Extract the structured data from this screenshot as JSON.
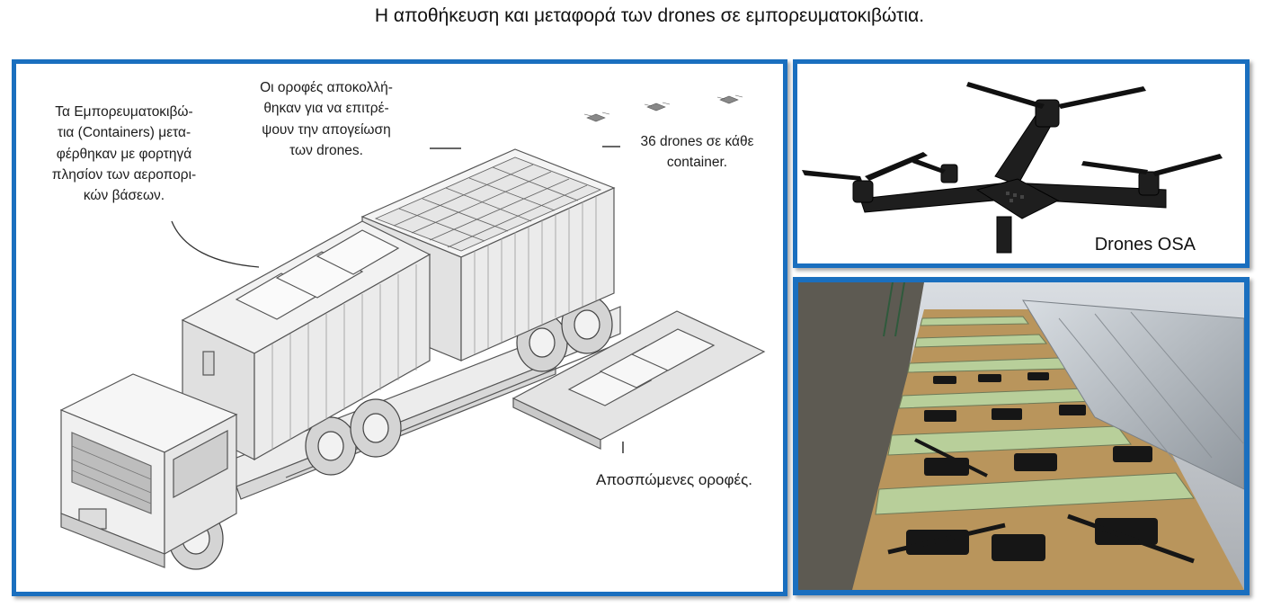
{
  "title": "Η αποθήκευση και μεταφορά των drones σε εμπορευματοκιβώτια.",
  "diagram": {
    "note_containers": [
      "Τα Εμπορευματοκιβώ-",
      "τια (Containers) μετα-",
      "φέρθηκαν με φορτηγά",
      "πλησίον των αεροπορι-",
      "κών βάσεων."
    ],
    "note_roofs": [
      "Οι οροφές αποκολλή-",
      "θηκαν για να επιτρέ-",
      "ψουν την  απογείωση",
      "των drones."
    ],
    "note_count": [
      "36 drones σε κάθε",
      "container."
    ],
    "note_removed": "Αποσπώμενες οροφές."
  },
  "drone_panel": {
    "caption": "Drones OSA"
  },
  "colors": {
    "frame": "#1a6fbf",
    "wood": "#c6a46a",
    "metal": "#b9bec4"
  }
}
